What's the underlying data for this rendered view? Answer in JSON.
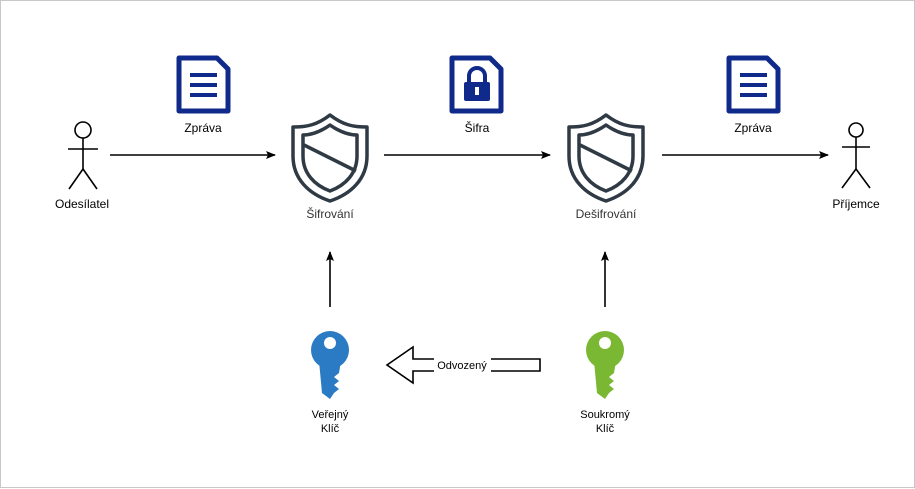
{
  "nodes": {
    "sender": "Odesílatel",
    "receiver": "Příjemce",
    "encryption": "Šifrování",
    "decryption": "Dešifrování",
    "public_key": [
      "Veřejný",
      "Klíč"
    ],
    "private_key": [
      "Soukromý",
      "Klíč"
    ]
  },
  "edges": {
    "message_in": "Zpráva",
    "cipher": "Šifra",
    "message_out": "Zpráva",
    "derived": "Odvozený"
  },
  "colors": {
    "document_icon": "#0f2a8a",
    "shield_icon": "#2f3a45",
    "public_key": "#2b7bc4",
    "private_key": "#7ab833",
    "line": "#000000"
  },
  "icons": {
    "document": "document-icon",
    "locked_document": "locked-document-icon",
    "shield": "shield-icon",
    "key": "key-icon",
    "actor": "actor-icon"
  }
}
